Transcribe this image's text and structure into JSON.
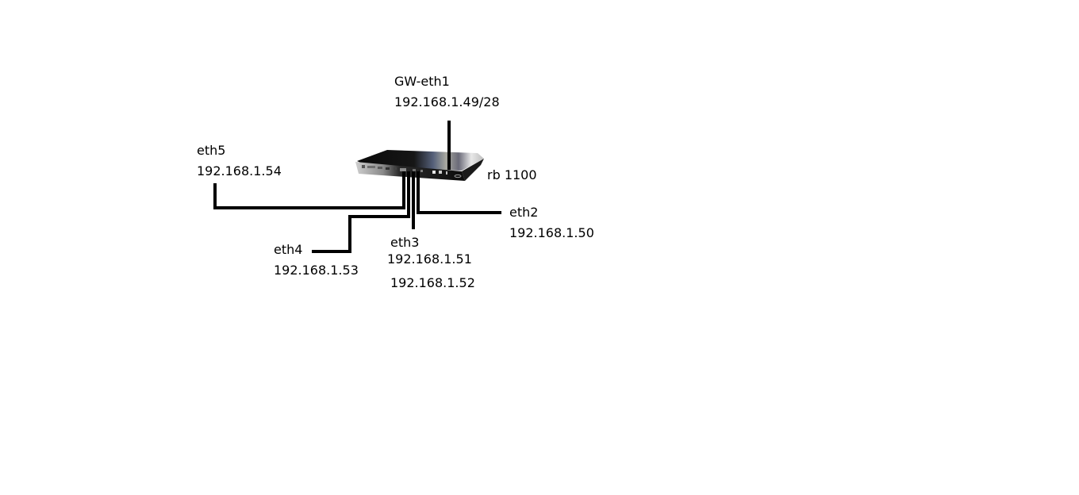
{
  "diagram": {
    "type": "network-topology",
    "background": "#ffffff",
    "line_color": "#000000",
    "device": {
      "name": "rb 1100",
      "icon": "router-icon"
    },
    "interfaces": [
      {
        "id": "gw",
        "name": "GW-eth1",
        "ip": "192.168.1.49/28"
      },
      {
        "id": "eth2",
        "name": "eth2",
        "ip": "192.168.1.50"
      },
      {
        "id": "eth3",
        "name": "eth3",
        "ip": "192.168.1.51",
        "ip_extra": "192.168.1.52"
      },
      {
        "id": "eth4",
        "name": "eth4",
        "ip": "192.168.1.53"
      },
      {
        "id": "eth5",
        "name": "eth5",
        "ip": "192.168.1.54"
      }
    ]
  }
}
